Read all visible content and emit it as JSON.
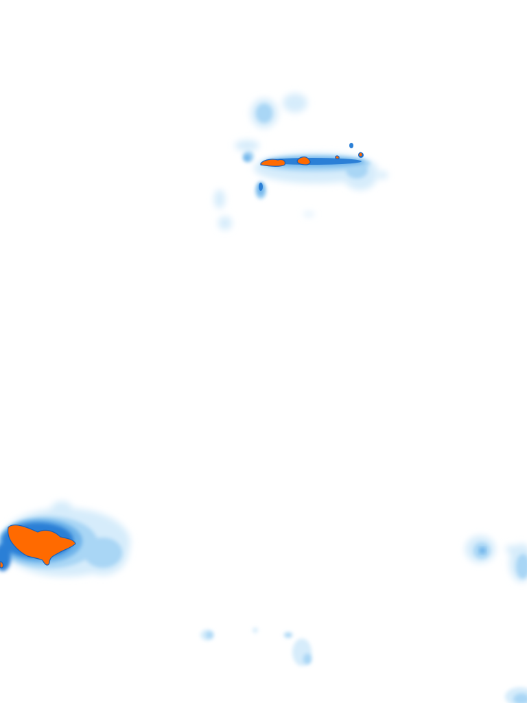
{
  "map": {
    "type": "precipitation-radar-overlay",
    "background": "#ffffff",
    "palette": {
      "very_light": "#d6ecfb",
      "light": "#a9d6f5",
      "moderate": "#6fb4ea",
      "heavy": "#2b7fd6",
      "very_heavy": "#1560bd",
      "extreme_edge": "#f07a10",
      "extreme_core": "#ff6a00"
    },
    "cells": [
      {
        "id": "north-band",
        "intensity": "heavy-with-extreme-cores"
      },
      {
        "id": "west-storm",
        "intensity": "extreme"
      },
      {
        "id": "east-edge",
        "intensity": "moderate"
      },
      {
        "id": "south-scattered",
        "intensity": "light"
      },
      {
        "id": "southeast-corner",
        "intensity": "moderate"
      }
    ]
  }
}
